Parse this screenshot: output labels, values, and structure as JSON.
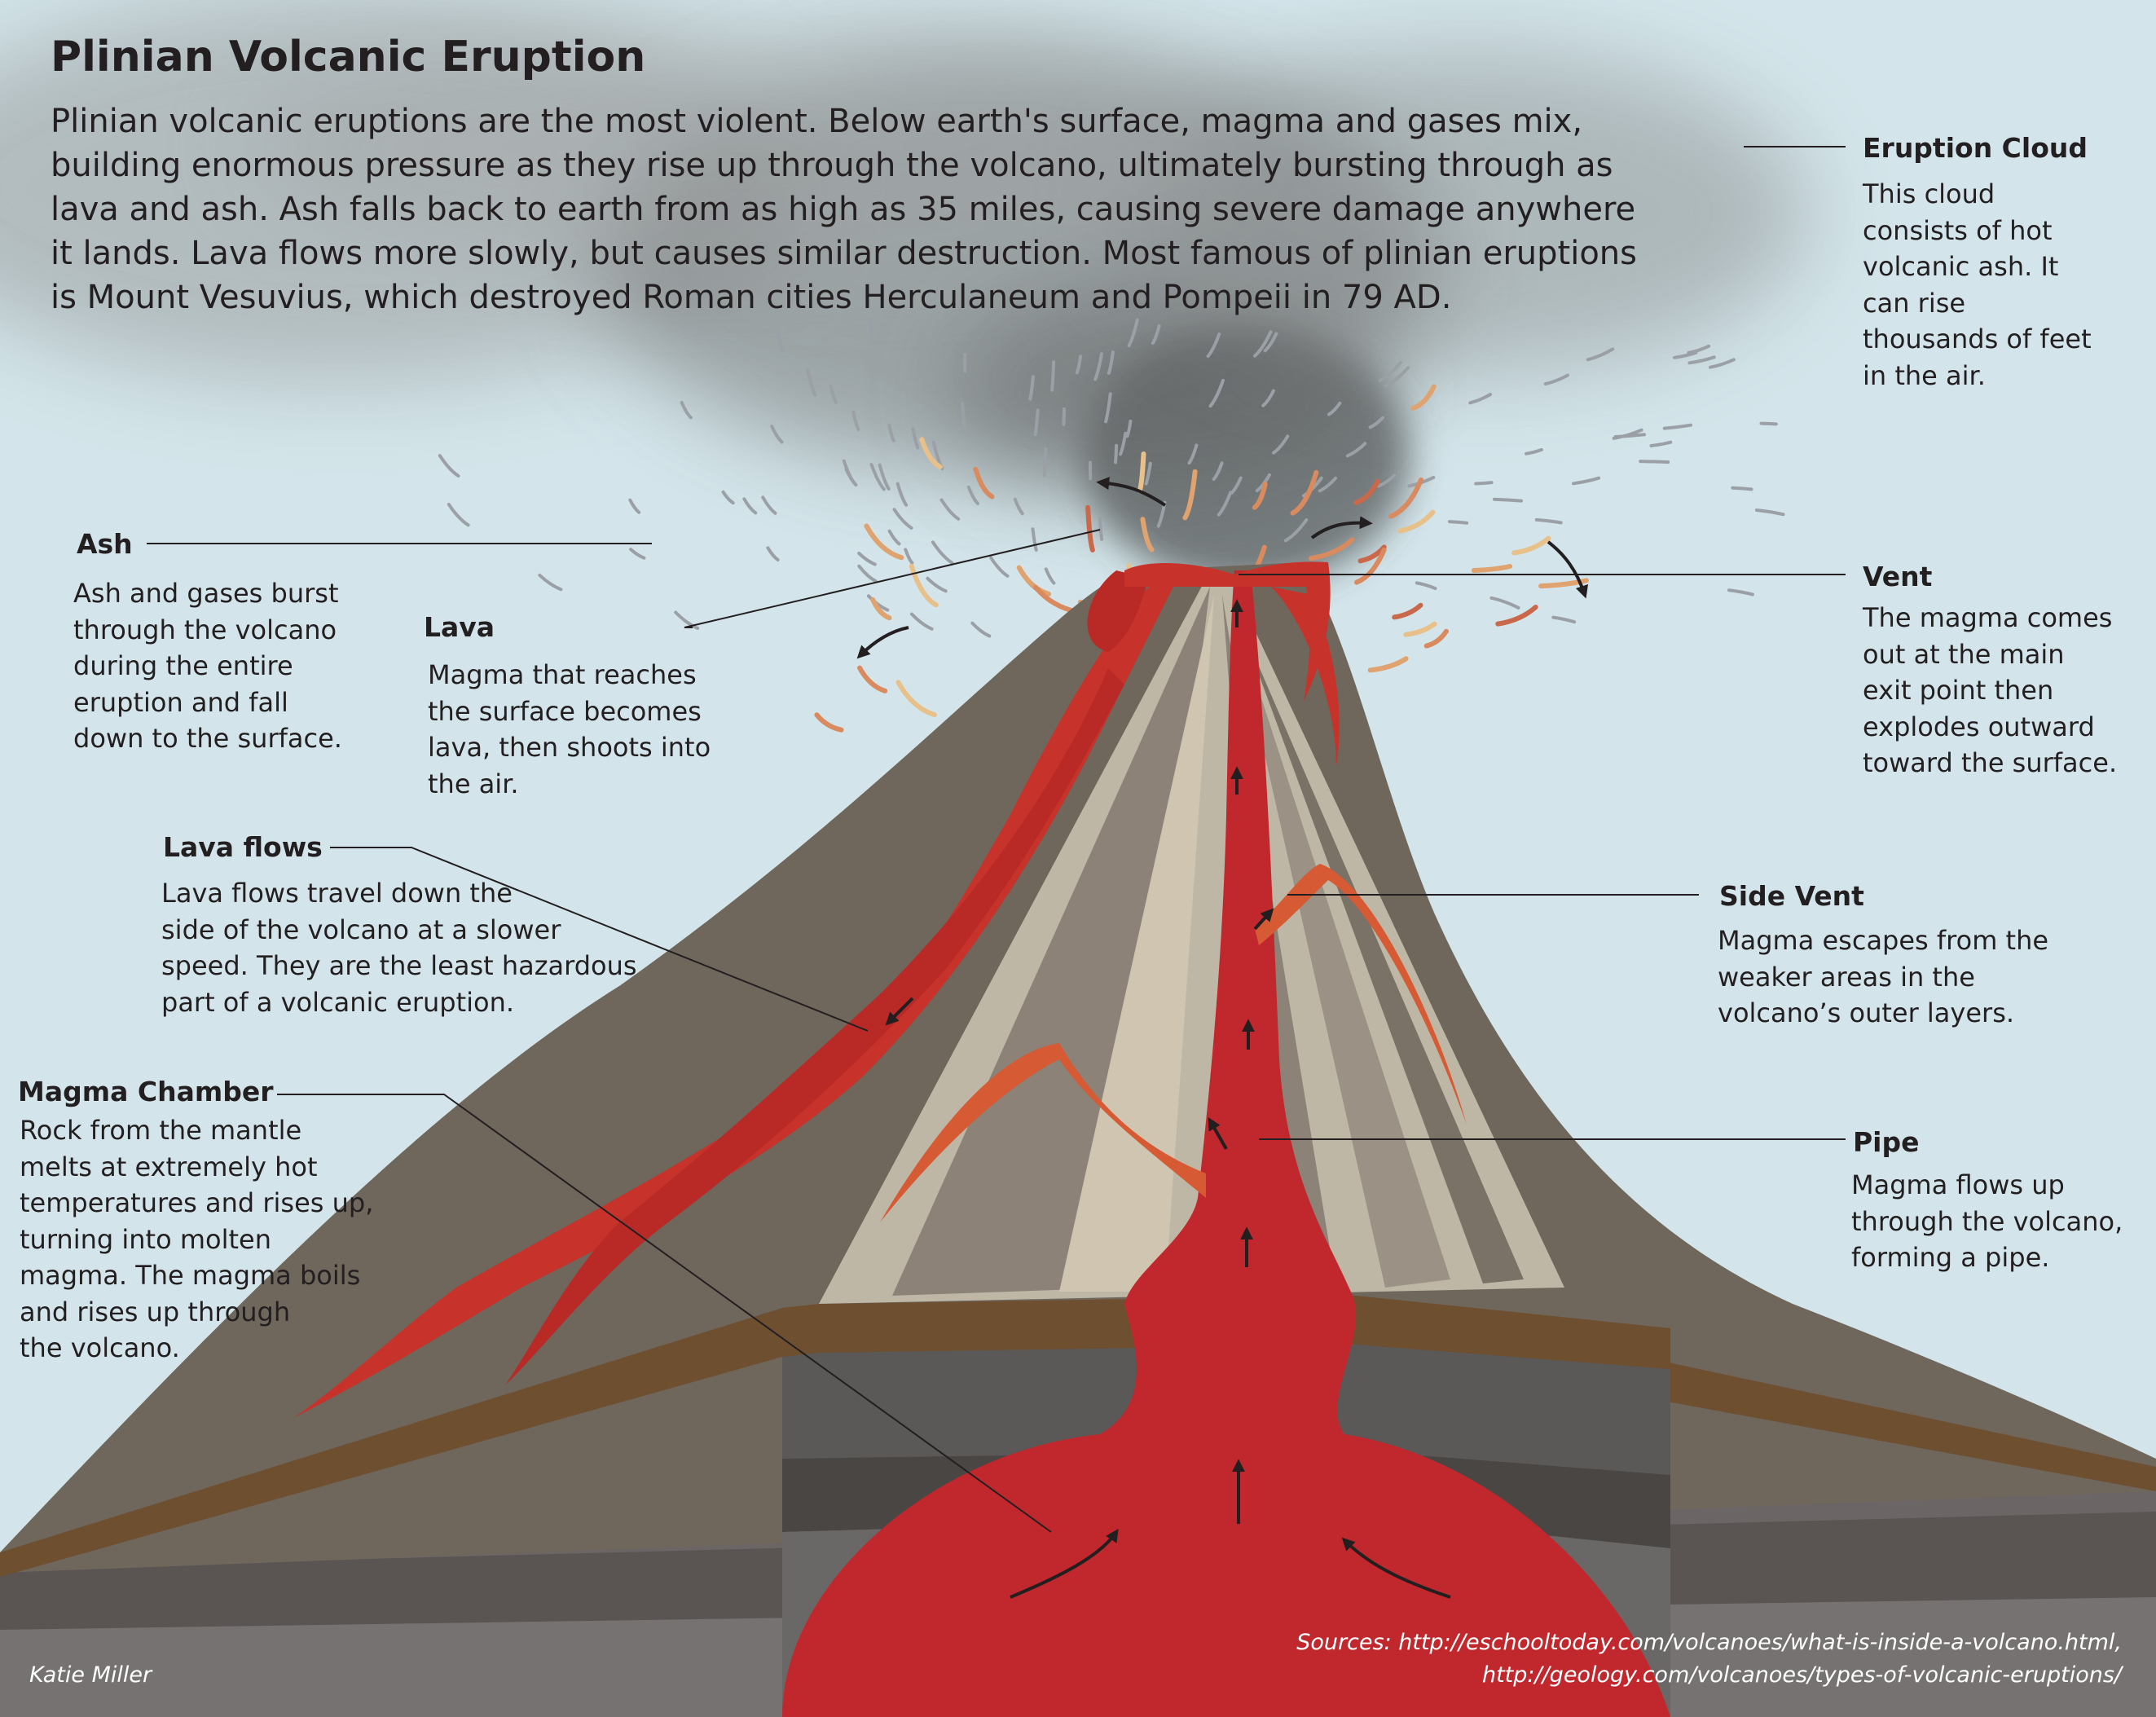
{
  "title": "Plinian Volcanic Eruption",
  "intro_lines": [
    "Plinian volcanic eruptions are the most violent. Below earth's surface, magma and gases mix,",
    "building enormous pressure as they rise up through the volcano, ultimately bursting through as",
    "lava and ash.  Ash falls back to earth from as high as 35 miles, causing severe damage anywhere",
    "it lands. Lava flows more slowly, but causes similar destruction. Most famous of plinian eruptions",
    "is Mount Vesuvius, which destroyed Roman cities Herculaneum and Pompeii in 79 AD."
  ],
  "labels": {
    "eruption_cloud": {
      "heading": "Eruption Cloud",
      "lines": [
        "This cloud",
        "consists of hot",
        "volcanic ash. It",
        "can rise",
        "thousands of feet",
        "in the air."
      ]
    },
    "ash": {
      "heading": "Ash",
      "lines": [
        "Ash and gases burst",
        "through the volcano",
        "during the entire",
        "eruption and fall",
        "down to the surface."
      ]
    },
    "lava": {
      "heading": "Lava",
      "lines": [
        "Magma that reaches",
        "the surface becomes",
        "lava,  then shoots into",
        "the air."
      ]
    },
    "vent": {
      "heading": "Vent",
      "lines": [
        "The magma comes",
        "out at the main",
        "exit point then",
        "explodes outward",
        "toward the surface."
      ]
    },
    "lava_flows": {
      "heading": "Lava flows",
      "lines": [
        "Lava flows travel down the",
        "side of the volcano at a slower",
        "speed. They are the least hazardous",
        "part of a volcanic eruption."
      ]
    },
    "side_vent": {
      "heading": "Side Vent",
      "lines": [
        "Magma escapes from the",
        "weaker areas in the",
        "volcano’s outer layers."
      ]
    },
    "magma_chamber": {
      "heading": "Magma Chamber",
      "lines": [
        "Rock from the mantle",
        "melts at extremely hot",
        "temperatures and rises up,",
        "turning into molten",
        "magma. The magma boils",
        "and rises up through",
        "the volcano."
      ]
    },
    "pipe": {
      "heading": "Pipe",
      "lines": [
        "Magma flows up",
        "through the volcano,",
        "forming a pipe."
      ]
    }
  },
  "credit": "Katie Miller",
  "sources": [
    "Sources: http://eschooltoday.com/volcanoes/what-is-inside-a-volcano.html,",
    "http://geology.com/volcanoes/types-of-volcanic-eruptions/"
  ],
  "colors": {
    "sky": "#d3e5ea",
    "lava": "#c7322b",
    "magma": "#c1282d",
    "rock": "#6f665c",
    "soil": "#6e4f30"
  }
}
